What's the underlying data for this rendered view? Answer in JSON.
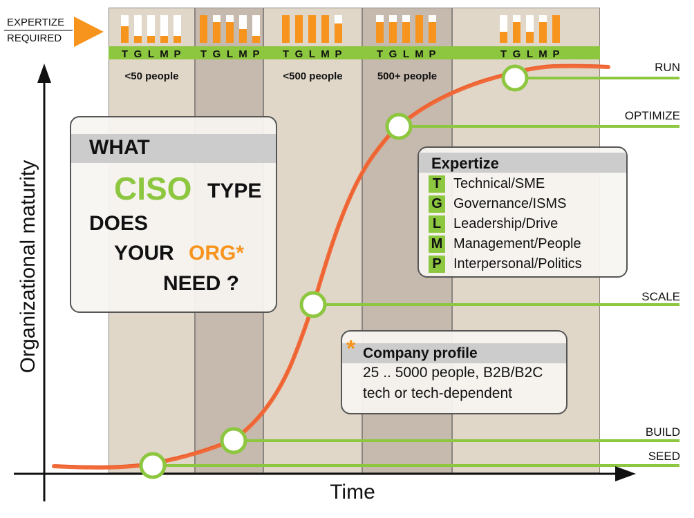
{
  "expertise_required_label": [
    "EXPERTIZE",
    "REQUIRED"
  ],
  "axis": {
    "y_label": "Organizational maturity",
    "x_label": "Time"
  },
  "columns": [
    {
      "letters": [
        "T",
        "G",
        "L",
        "M",
        "P"
      ],
      "levels": [
        0.6,
        0.25,
        0.25,
        0.25,
        0.25
      ],
      "people": "<50 people"
    },
    {
      "letters": [
        "T",
        "G",
        "L",
        "M",
        "P"
      ],
      "levels": [
        1.0,
        0.75,
        0.75,
        0.5,
        0.25
      ],
      "people": ""
    },
    {
      "letters": [
        "T",
        "G",
        "L",
        "M",
        "P"
      ],
      "levels": [
        1.0,
        1.0,
        1.0,
        1.0,
        0.7
      ],
      "people": "<500 people"
    },
    {
      "letters": [
        "T",
        "G",
        "L",
        "M",
        "P"
      ],
      "levels": [
        0.75,
        0.75,
        0.75,
        1.0,
        0.75
      ],
      "people": "500+ people"
    },
    {
      "letters": [
        "T",
        "G",
        "L",
        "M",
        "P"
      ],
      "levels": [
        0.4,
        0.75,
        0.4,
        0.75,
        1.0
      ],
      "people": ""
    }
  ],
  "stages": [
    "RUN",
    "OPTIMIZE",
    "SCALE",
    "BUILD",
    "SEED"
  ],
  "question": {
    "what": "WHAT",
    "ciso": "CISO",
    "type": "TYPE",
    "does": "DOES",
    "your": "YOUR",
    "org": "ORG*",
    "need": "NEED ?"
  },
  "expertize_legend": {
    "title": "Expertize",
    "items": [
      {
        "key": "T",
        "label": "Technical/SME"
      },
      {
        "key": "G",
        "label": "Governance/ISMS"
      },
      {
        "key": "L",
        "label": "Leadership/Drive"
      },
      {
        "key": "M",
        "label": "Management/People"
      },
      {
        "key": "P",
        "label": "Interpersonal/Politics"
      }
    ]
  },
  "company_profile": {
    "asterisk": "*",
    "title": "Company profile",
    "lines": [
      "25 .. 5000 people, B2B/B2C",
      "tech or tech-dependent"
    ]
  },
  "colors": {
    "orange": "#f7941d",
    "green": "#8dc63f",
    "curve": "#f26b3a",
    "light_col": "#e0d7c9",
    "dark_col": "#c6b9ad"
  }
}
